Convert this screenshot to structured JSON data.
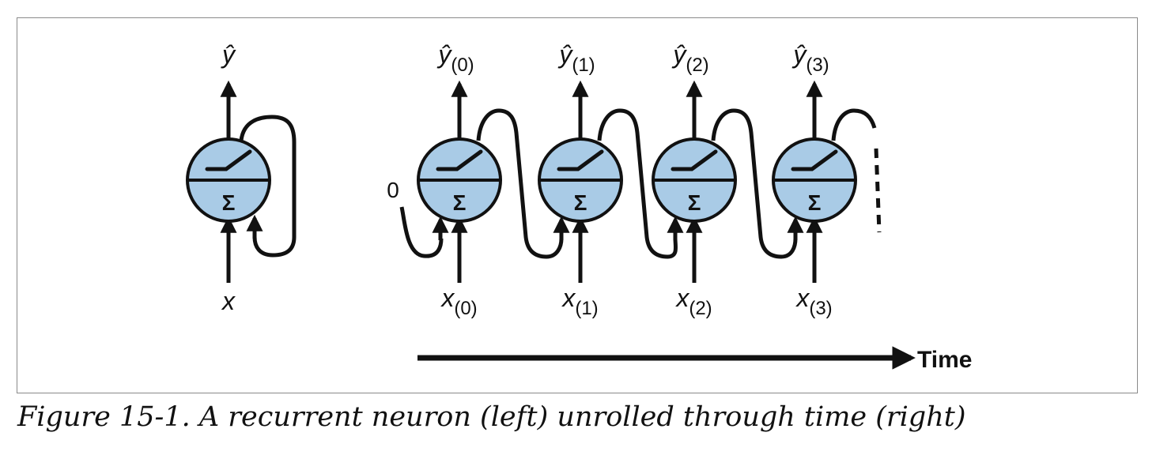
{
  "diagram": {
    "left_neuron": {
      "output_label": "ŷ",
      "input_label": "x",
      "sum_symbol": "Σ"
    },
    "unrolled": [
      {
        "output_label": "ŷ",
        "output_sub": "(0)",
        "input_label": "x",
        "input_sub": "(0)",
        "sum_symbol": "Σ"
      },
      {
        "output_label": "ŷ",
        "output_sub": "(1)",
        "input_label": "x",
        "input_sub": "(1)",
        "sum_symbol": "Σ"
      },
      {
        "output_label": "ŷ",
        "output_sub": "(2)",
        "input_label": "x",
        "input_sub": "(2)",
        "sum_symbol": "Σ"
      },
      {
        "output_label": "ŷ",
        "output_sub": "(3)",
        "input_label": "x",
        "input_sub": "(3)",
        "sum_symbol": "Σ"
      }
    ],
    "initial_state_label": "0",
    "time_label": "Time",
    "colors": {
      "neuron_fill": "#a9cbe6",
      "stroke": "#111111"
    }
  },
  "caption": "Figure 15-1. A recurrent neuron (left) unrolled through time (right)"
}
